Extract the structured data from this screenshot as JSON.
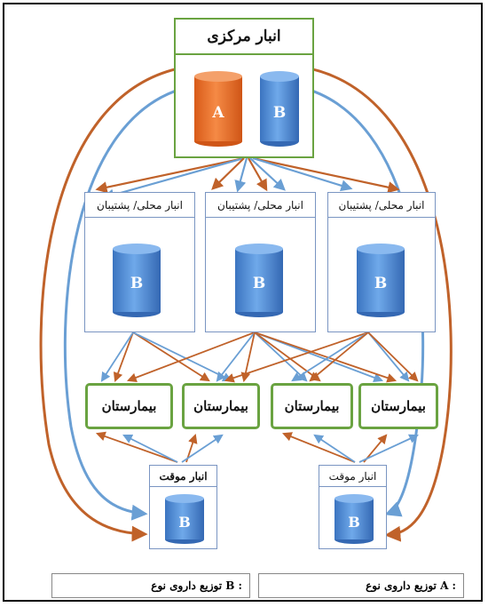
{
  "central": {
    "title": "انبار مرکزی",
    "cyl_a": "A",
    "cyl_b": "B"
  },
  "local_label": "انبار محلی/ پشتیبان",
  "local_cyl": "B",
  "hospital_label": "بیمارستان",
  "temp_label": "انبار موقت",
  "temp_cyl": "B",
  "legend": {
    "b_text": "توزیع داروی نوع B :",
    "a_text": "توزیع داروی نوع A :"
  },
  "colors": {
    "a_arrow": "#c0622a",
    "b_arrow": "#6a9fd4",
    "green_border": "#6aa341",
    "cyl_orange": "#e8702a",
    "cyl_blue": "#4a86cf"
  }
}
